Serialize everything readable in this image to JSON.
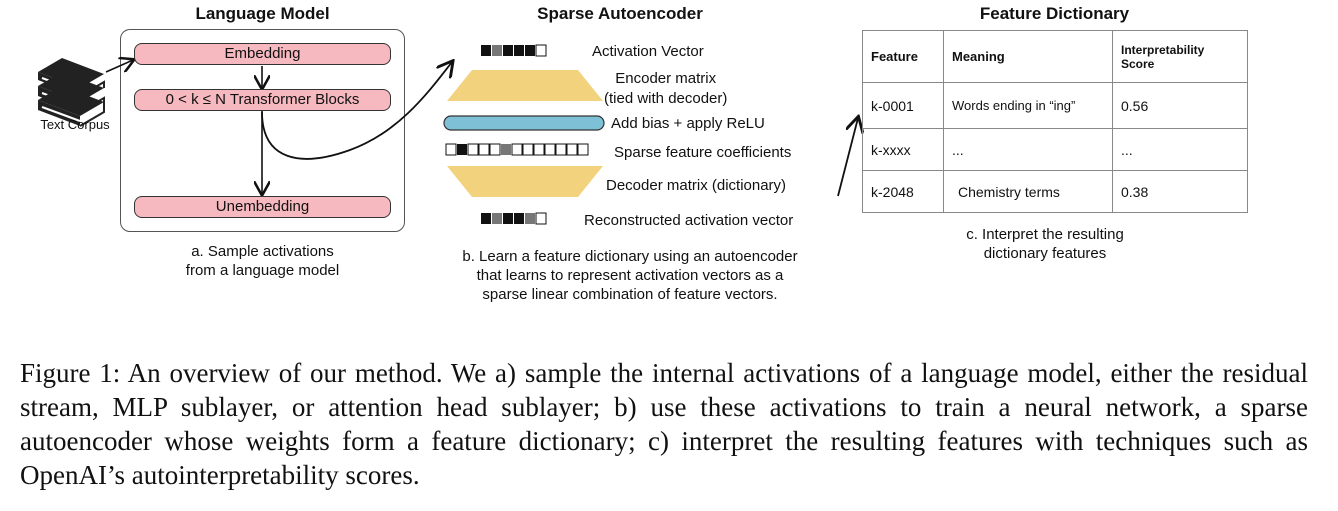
{
  "panel_a": {
    "title": "Language Model",
    "corpus_label": "Text Corpus",
    "embedding": "Embedding",
    "transformer": "0 < k ≤ N Transformer Blocks",
    "unembedding": "Unembedding",
    "caption": [
      "a. Sample activations",
      "from a language model"
    ]
  },
  "panel_b": {
    "title": "Sparse Autoencoder",
    "activation": "Activation Vector",
    "encoder": [
      "Encoder matrix",
      "(tied with decoder)"
    ],
    "bias": "Add bias + apply ReLU",
    "sparse": "Sparse feature coefficients",
    "decoder": "Decoder matrix (dictionary)",
    "reconstructed": "Reconstructed activation vector",
    "caption": [
      "b. Learn a feature dictionary using an autoencoder",
      "that learns to represent activation vectors as a",
      "sparse linear combination of feature vectors."
    ],
    "colors": {
      "trapezoid": "#f2d27c",
      "bias": "#7ec0d6"
    }
  },
  "panel_c": {
    "title": "Feature Dictionary",
    "headers": [
      "Feature",
      "Meaning",
      "Interpretability Score"
    ],
    "rows": [
      [
        "k-0001",
        "Words ending in “ing”",
        "0.56"
      ],
      [
        "k-xxxx",
        "...",
        "..."
      ],
      [
        "k-2048",
        "Chemistry terms",
        "0.38"
      ]
    ],
    "caption": [
      "c. Interpret the resulting",
      "dictionary features"
    ]
  },
  "figure_caption": "Figure 1: An overview of our method. We a) sample the internal activations of a language model, either the residual stream, MLP sublayer, or attention head sublayer; b) use these activations to train a neural network, a sparse autoencoder whose weights form a feature dictionary; c) interpret the resulting features with techniques such as OpenAI’s autointerpretability scores."
}
